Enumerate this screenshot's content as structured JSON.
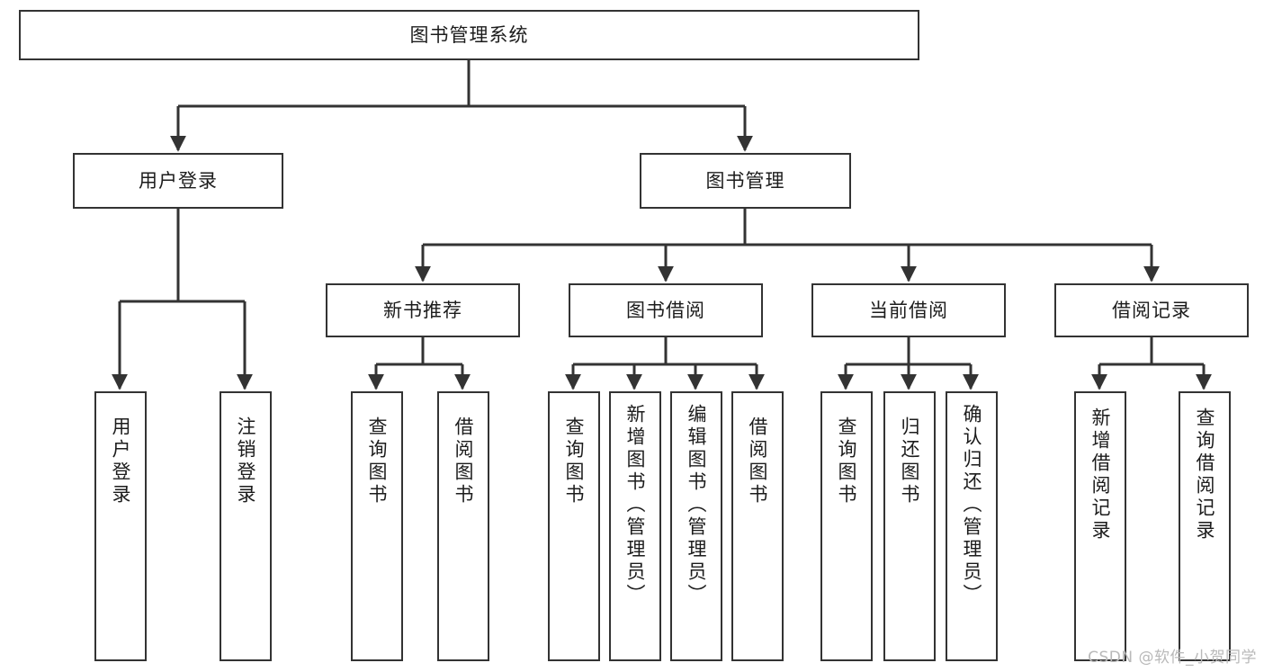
{
  "diagram": {
    "type": "tree",
    "title": "图书管理系统",
    "root": {
      "label": "图书管理系统"
    },
    "level2": [
      {
        "label": "用户登录"
      },
      {
        "label": "图书管理"
      }
    ],
    "level3": [
      {
        "label": "新书推荐"
      },
      {
        "label": "图书借阅"
      },
      {
        "label": "当前借阅"
      },
      {
        "label": "借阅记录"
      }
    ],
    "leaves": {
      "user_login": [
        {
          "label": "用户登录"
        },
        {
          "label": "注销登录"
        }
      ],
      "new_book": [
        {
          "label": "查询图书"
        },
        {
          "label": "借阅图书"
        }
      ],
      "book_borrow": [
        {
          "label": "查询图书"
        },
        {
          "label": "新增图书（管理员）"
        },
        {
          "label": "编辑图书（管理员）"
        },
        {
          "label": "借阅图书"
        }
      ],
      "current_borrow": [
        {
          "label": "查询图书"
        },
        {
          "label": "归还图书"
        },
        {
          "label": "确认归还（管理员）"
        }
      ],
      "borrow_record": [
        {
          "label": "新增借阅记录"
        },
        {
          "label": "查询借阅记录"
        }
      ]
    }
  },
  "watermark": {
    "text": "CSDN @软件_小贺同学"
  },
  "colors": {
    "stroke": "#333333",
    "background": "#ffffff",
    "text": "#1c1c1c",
    "watermark": "#b9b9b9"
  }
}
